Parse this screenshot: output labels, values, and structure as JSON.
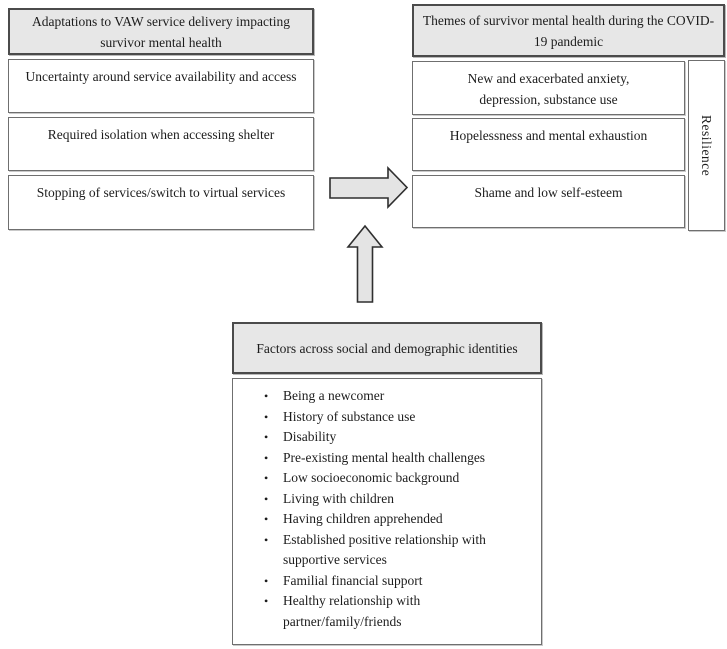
{
  "diagram": {
    "left_panel": {
      "header": "Adaptations to VAW service delivery impacting survivor mental health",
      "boxes": [
        "Uncertainty around service availability and access",
        "Required isolation when accessing shelter",
        "Stopping of services/switch to virtual services"
      ]
    },
    "right_panel": {
      "header": "Themes of survivor mental health during the COVID-19 pandemic",
      "boxes": [
        "New and exacerbated anxiety, depression, substance use",
        "Hopelessness and mental exhaustion",
        "Shame and low self-esteem"
      ],
      "side_label": "Resilience"
    },
    "bottom_panel": {
      "header": "Factors across social and demographic identities",
      "items": [
        "Being a newcomer",
        "History of substance use",
        "Disability",
        "Pre-existing mental health challenges",
        "Low socioeconomic background",
        "Living with children",
        "Having children apprehended",
        "Established positive relationship with supportive services",
        "Familial financial support",
        "Healthy relationship with partner/family/friends"
      ]
    },
    "icons": {
      "bullet": "•",
      "right_arrow": "right-block-arrow",
      "up_arrow": "up-block-arrow"
    },
    "colors": {
      "header_fill": "#e7e7e7",
      "box_fill": "#ffffff",
      "arrow_fill": "#e4e4e4",
      "border_dark": "#4b4b4b",
      "border_light": "#6f6f6f",
      "text": "#1c1c1c"
    }
  }
}
